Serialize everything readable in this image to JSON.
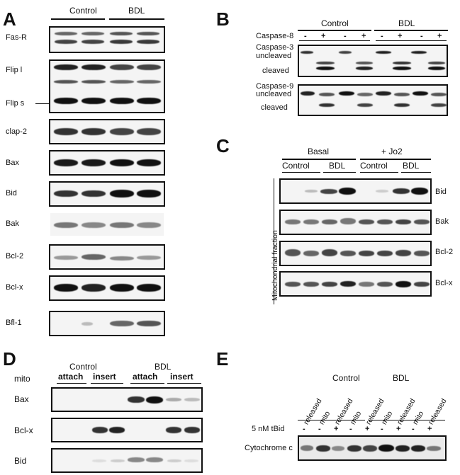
{
  "panels": {
    "A": {
      "letter": "A",
      "groups": [
        "Control",
        "BDL"
      ],
      "rows": [
        {
          "label": "Fas-R"
        },
        {
          "label": "Flip l"
        },
        {
          "label": "Flip s"
        },
        {
          "label": "clap-2"
        },
        {
          "label": "Bax"
        },
        {
          "label": "Bid"
        },
        {
          "label": "Bak"
        },
        {
          "label": "Bcl-2"
        },
        {
          "label": "Bcl-x"
        },
        {
          "label": "Bfl-1"
        }
      ]
    },
    "B": {
      "letter": "B",
      "groups": [
        "Control",
        "BDL"
      ],
      "treatment_label": "Caspase-8",
      "signs": [
        "-",
        "+",
        "-",
        "+",
        "-",
        "+",
        "-",
        "+"
      ],
      "blot1": {
        "title": "Caspase-3",
        "upper": "uncleaved",
        "lower": "cleaved"
      },
      "blot2": {
        "title": "Caspase-9",
        "upper": "uncleaved",
        "lower": "cleaved"
      }
    },
    "C": {
      "letter": "C",
      "conditions": [
        "Basal",
        "+ Jo2"
      ],
      "groups": [
        "Control",
        "BDL",
        "Control",
        "BDL"
      ],
      "side_label": "Mitochondrial fraction",
      "rows": [
        {
          "label": "Bid"
        },
        {
          "label": "Bak"
        },
        {
          "label": "Bcl-2"
        },
        {
          "label": "Bcl-x"
        }
      ]
    },
    "D": {
      "letter": "D",
      "row_header": "mito",
      "groups": [
        "Control",
        "BDL"
      ],
      "subgroups": [
        "attach",
        "insert",
        "attach",
        "insert"
      ],
      "rows": [
        {
          "label": "Bax"
        },
        {
          "label": "Bcl-x"
        },
        {
          "label": "Bid"
        }
      ]
    },
    "E": {
      "letter": "E",
      "groups": [
        "Control",
        "BDL"
      ],
      "lanes": [
        "released",
        "mito",
        "released",
        "mito",
        "released",
        "mito",
        "released",
        "mito",
        "released"
      ],
      "treatment_label": "5 nM tBid",
      "signs": [
        "-",
        "-",
        "+",
        "-",
        "+",
        "-",
        "+",
        "-",
        "+"
      ],
      "row_label": "Cytochrome c"
    }
  }
}
